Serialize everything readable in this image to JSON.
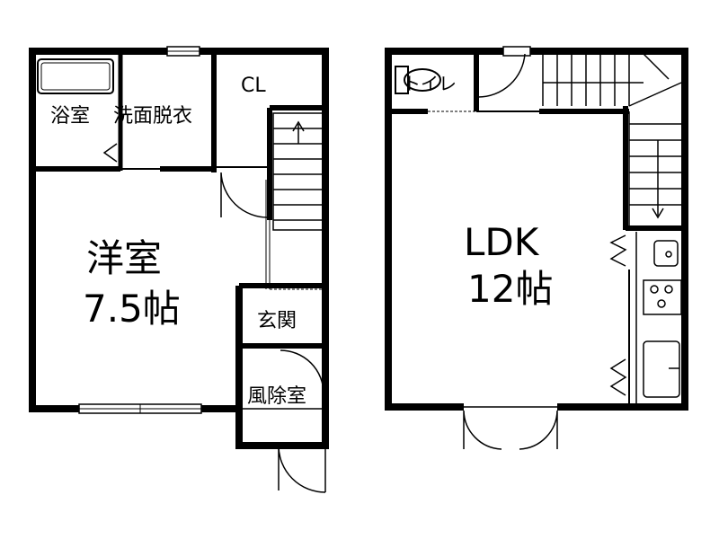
{
  "rooms": {
    "bath": "浴室",
    "washroom": "洗面脱衣",
    "closet": "CL",
    "western_room": "洋室",
    "western_room_size": "7.5帖",
    "entrance": "玄関",
    "windbreak_room": "風除室",
    "toilet": "トイレ",
    "ldk": "LDK",
    "ldk_size": "12帖"
  },
  "colors": {
    "wall": "#000000",
    "window": "#ffffff",
    "fixture": "#000000"
  }
}
